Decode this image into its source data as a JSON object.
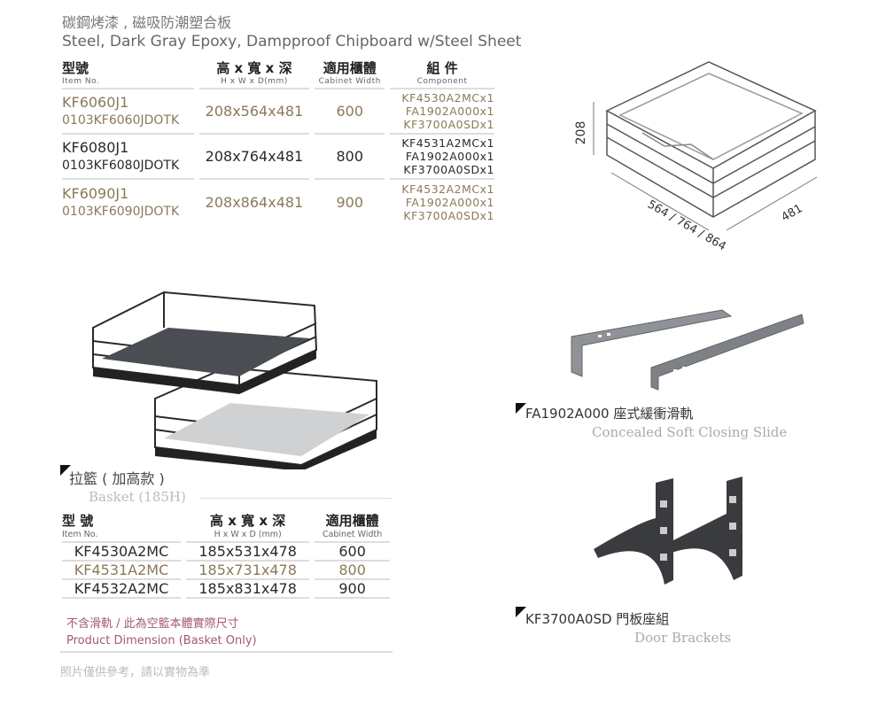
{
  "header": {
    "title_zh": "碳鋼烤漆 , 磁吸防潮塑合板",
    "title_en": "Steel, Dark Gray Epoxy, Dampproof Chipboard w/Steel Sheet"
  },
  "main_table": {
    "headers": [
      {
        "zh": "型號",
        "en": "Item No."
      },
      {
        "zh": "高 x 寬 x 深",
        "en": "H x W x D(mm)"
      },
      {
        "zh": "適用櫃體",
        "en": "Cabinet Width"
      },
      {
        "zh": "組 件",
        "en": "Component"
      }
    ],
    "rows": [
      {
        "item": "KF6060J1",
        "code": "0103KF6060JDOTK",
        "dims": "208x564x481",
        "width": "600",
        "components": [
          "KF4530A2MCx1",
          "FA1902A000x1",
          "KF3700A0SDx1"
        ]
      },
      {
        "item": "KF6080J1",
        "code": "0103KF6080JDOTK",
        "dims": "208x764x481",
        "width": "800",
        "components": [
          "KF4531A2MCx1",
          "FA1902A000x1",
          "KF3700A0SDx1"
        ]
      },
      {
        "item": "KF6090J1",
        "code": "0103KF6090JDOTK",
        "dims": "208x864x481",
        "width": "900",
        "components": [
          "KF4532A2MCx1",
          "FA1902A000x1",
          "KF3700A0SDx1"
        ]
      }
    ]
  },
  "diagram": {
    "height": "208",
    "width": "564 / 764 / 864",
    "depth": "481"
  },
  "slide": {
    "title": "FA1902A000 座式緩衝滑軌",
    "subtitle": "Concealed Soft Closing Slide"
  },
  "brackets": {
    "title": "KF3700A0SD 門板座組",
    "subtitle": "Door Brackets"
  },
  "basket": {
    "title_zh": "拉籃 ( 加高款 )",
    "title_en": "Basket (185H)",
    "headers": [
      {
        "zh": "型  號",
        "en": "Item No."
      },
      {
        "zh": "高 x 寬 x 深",
        "en": "H x W x D (mm)"
      },
      {
        "zh": "適用櫃體",
        "en": "Cabinet Width"
      }
    ],
    "rows": [
      [
        "KF4530A2MC",
        "185x531x478",
        "600"
      ],
      [
        "KF4531A2MC",
        "185x731x478",
        "800"
      ],
      [
        "KF4532A2MC",
        "185x831x478",
        "900"
      ]
    ],
    "note_zh": "不含滑軌 / 此為空籃本體實際尺寸",
    "note_en": "Product Dimension (Basket Only)"
  },
  "footer": "照片僅供參考，請以實物為準",
  "colors": {
    "gold": "#8a7a58",
    "note": "#a2587a"
  }
}
